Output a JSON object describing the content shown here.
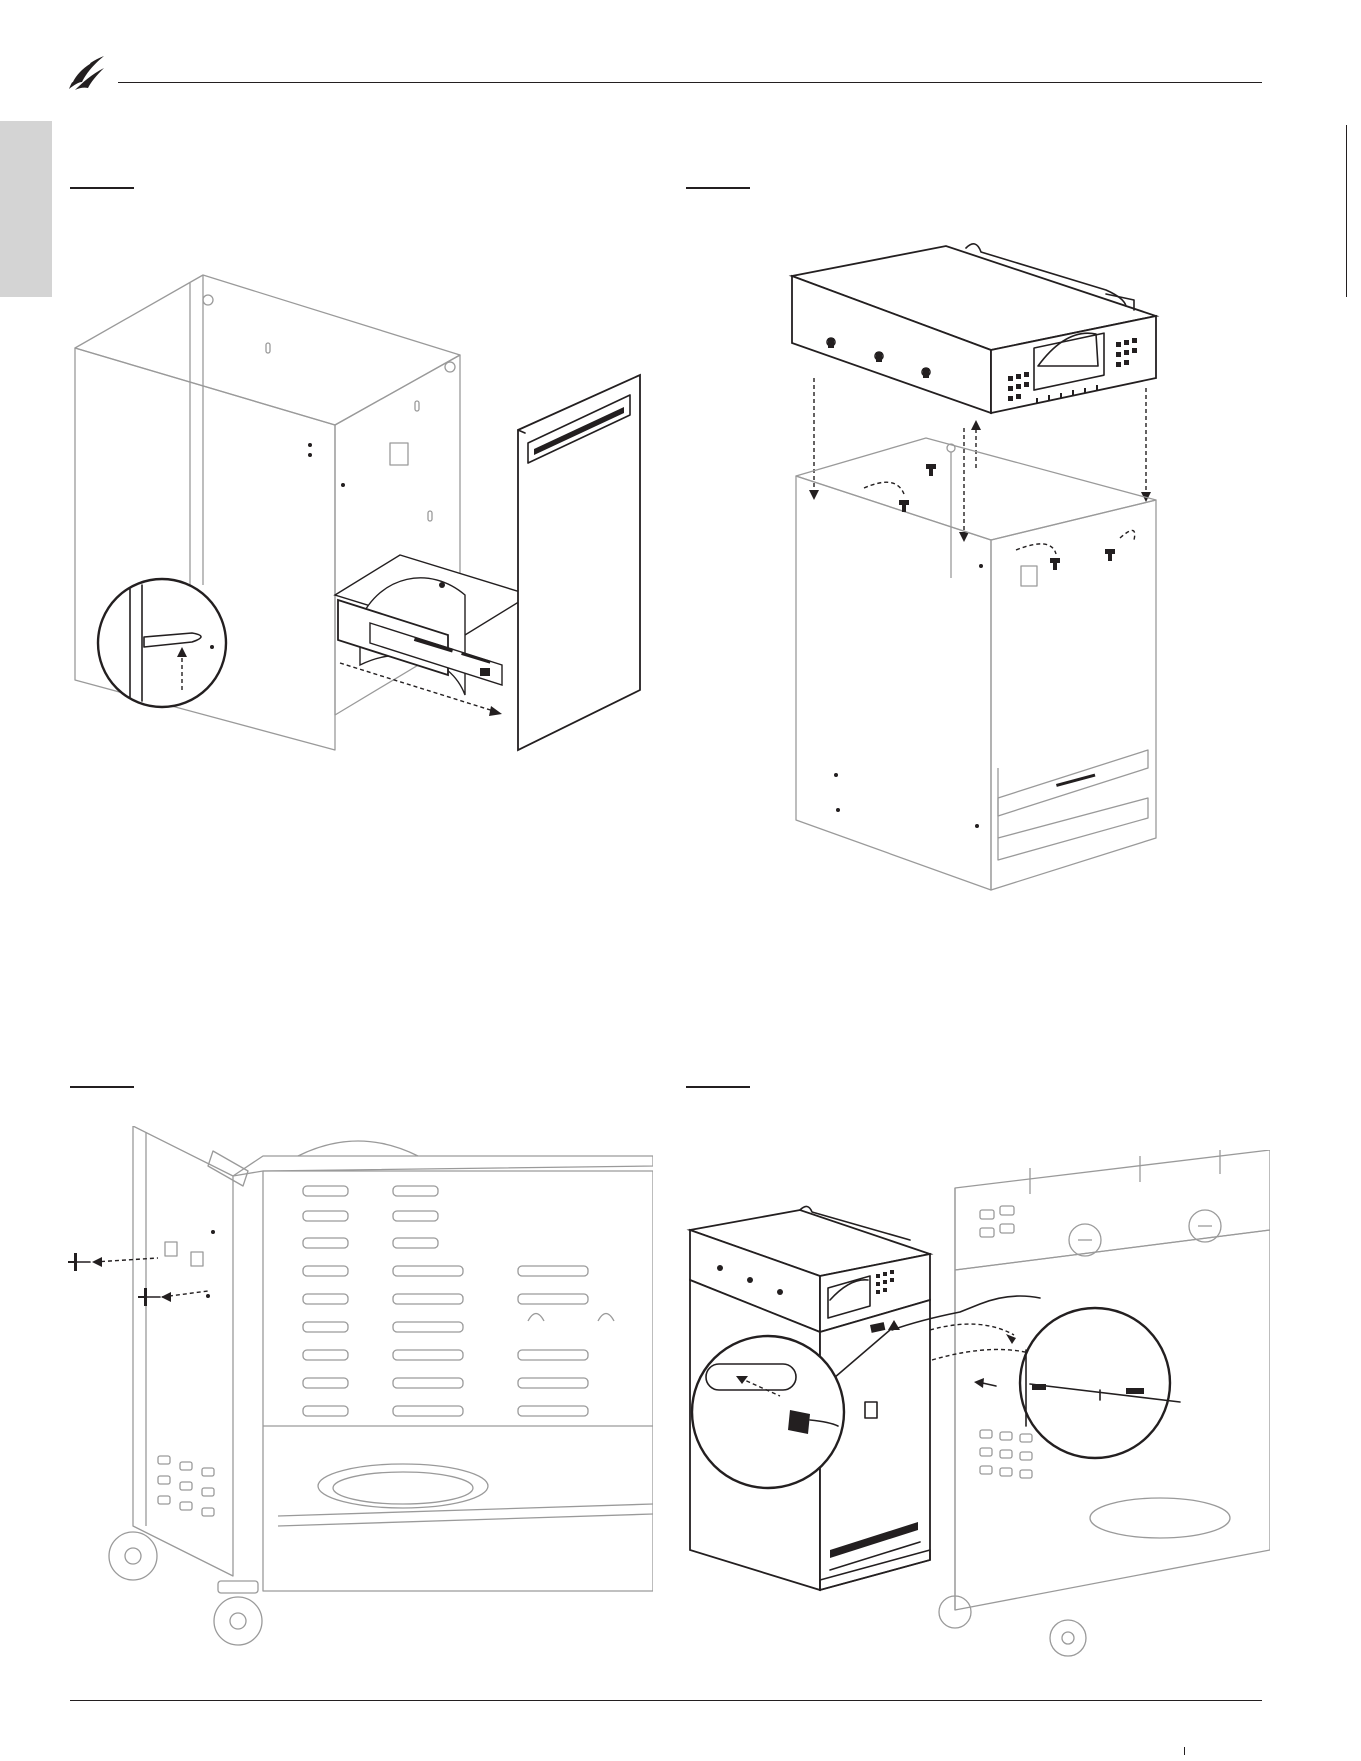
{
  "document": {
    "header": {
      "logo_icon": "flame-logo-icon"
    },
    "steps": [
      {
        "illustration": "drawer-installation-into-cabinet"
      },
      {
        "illustration": "drawer-unit-mounting-onto-cabinet"
      },
      {
        "illustration": "screws-into-grill-cart-side-panel"
      },
      {
        "illustration": "cabinet-attachment-to-grill-cart"
      }
    ],
    "side_tab_color": "#d4d4d4",
    "line_color": "#231f20"
  }
}
